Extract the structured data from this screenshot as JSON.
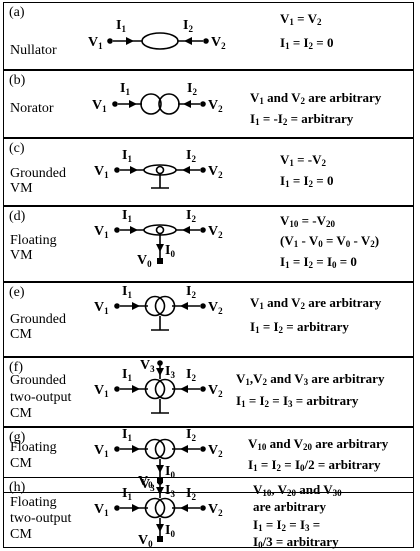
{
  "rows": [
    {
      "letter": "(a)",
      "name": [
        "Nullator"
      ],
      "labels": {
        "v1": "V",
        "v1s": "1",
        "v2": "V",
        "v2s": "2",
        "i1": "I",
        "i1s": "1",
        "i2": "I",
        "i2s": "2"
      },
      "eqs": [
        "V₁ = V₂",
        "I₁ = I₂ = 0"
      ]
    },
    {
      "letter": "(b)",
      "name": [
        "Norator"
      ],
      "labels": {
        "v1": "V",
        "v1s": "1",
        "v2": "V",
        "v2s": "2",
        "i1": "I",
        "i1s": "1",
        "i2": "I",
        "i2s": "2"
      },
      "eqs": [
        "V₁ and V₂ are arbitrary",
        "I₁ = -I₂ = arbitrary"
      ]
    },
    {
      "letter": "(c)",
      "name": [
        "Grounded",
        "VM"
      ],
      "labels": {
        "v1": "V",
        "v1s": "1",
        "v2": "V",
        "v2s": "2",
        "i1": "I",
        "i1s": "1",
        "i2": "I",
        "i2s": "2"
      },
      "eqs": [
        "V₁ = -V₂",
        "I₁ = I₂ = 0"
      ]
    },
    {
      "letter": "(d)",
      "name": [
        "Floating",
        "VM"
      ],
      "labels": {
        "v1": "V",
        "v1s": "1",
        "v2": "V",
        "v2s": "2",
        "i1": "I",
        "i1s": "1",
        "i2": "I",
        "i2s": "2",
        "i0": "I",
        "i0s": "0",
        "v0": "V",
        "v0s": "0"
      },
      "eqs": [
        "V₁₀ = -V₂₀",
        "(V₁ - V₀ = V₀ - V₂)",
        "I₁ = I₂ = I₀ = 0"
      ]
    },
    {
      "letter": "(e)",
      "name": [
        "Grounded",
        "CM"
      ],
      "labels": {
        "v1": "V",
        "v1s": "1",
        "v2": "V",
        "v2s": "2",
        "i1": "I",
        "i1s": "1",
        "i2": "I",
        "i2s": "2"
      },
      "eqs": [
        "V₁ and V₂ are arbitrary",
        "I₁ = I₂ = arbitrary"
      ]
    },
    {
      "letter": "(f)",
      "name": [
        "Grounded",
        "two-output",
        "CM"
      ],
      "labels": {
        "v1": "V",
        "v1s": "1",
        "v2": "V",
        "v2s": "2",
        "i1": "I",
        "i1s": "1",
        "i2": "I",
        "i2s": "2",
        "v3": "V",
        "v3s": "3",
        "i3": "I",
        "i3s": "3"
      },
      "eqs": [
        "V₁,V₂ and V₃ are arbitrary",
        "I₁ = I₂ = I₃ = arbitrary"
      ]
    },
    {
      "letter": "(g)",
      "name": [
        "Floating",
        "CM"
      ],
      "labels": {
        "v1": "V",
        "v1s": "1",
        "v2": "V",
        "v2s": "2",
        "i1": "I",
        "i1s": "1",
        "i2": "I",
        "i2s": "2",
        "i0": "I",
        "i0s": "0",
        "v0": "V",
        "v0s": "0"
      },
      "eqs": [
        "V₁₀ and V₂₀ are arbitrary",
        "I₁ = I₂ = I₀/2 = arbitrary"
      ]
    },
    {
      "letter": "(h)",
      "name": [
        "Floating",
        "two-output",
        "CM"
      ],
      "labels": {
        "v1": "V",
        "v1s": "1",
        "v2": "V",
        "v2s": "2",
        "i1": "I",
        "i1s": "1",
        "i2": "I",
        "i2s": "2",
        "v3": "V",
        "v3s": "3",
        "i3": "I",
        "i3s": "3",
        "i0": "I",
        "i0s": "0",
        "v0": "V",
        "v0s": "0"
      },
      "eqs": [
        "V₁₀, V₂₀ and V₃₀",
        "are arbitrary",
        "I₁ = I₂ = I₃ =",
        "I₀/3 = arbitrary"
      ]
    }
  ]
}
